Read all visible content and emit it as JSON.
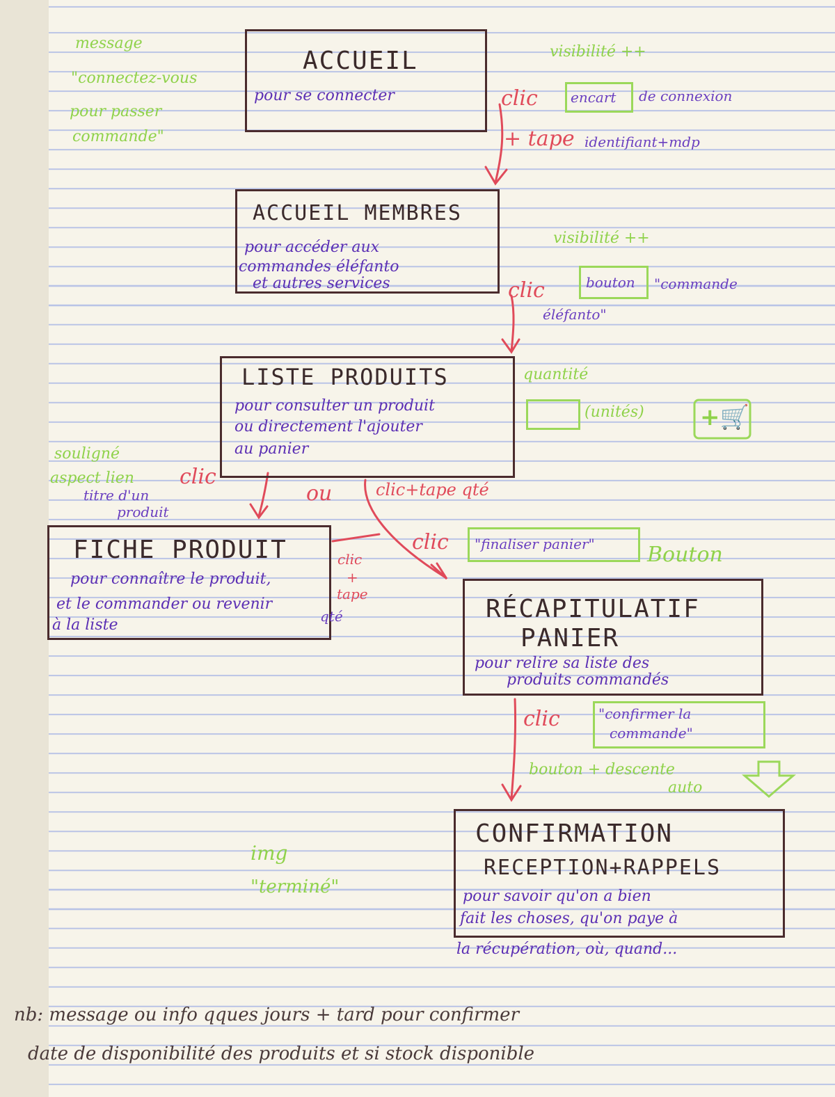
{
  "boxes": {
    "accueil": {
      "title": "ACCUEIL",
      "desc": "pour se connecter"
    },
    "membres": {
      "title": "ACCUEIL MEMBRES",
      "desc1": "pour accéder aux",
      "desc2": "commandes éléfanto",
      "desc3": "et autres services"
    },
    "liste": {
      "title": "LISTE PRODUITS",
      "desc1": "pour consulter un produit",
      "desc2": "ou directement l'ajouter",
      "desc3": "au panier"
    },
    "fiche": {
      "title": "FICHE PRODUIT",
      "desc1": "pour connaître le produit,",
      "desc2": "et le commander ou revenir",
      "desc3": "à la liste"
    },
    "recap": {
      "title1": "RÉCAPITULATIF",
      "title2": "PANIER",
      "desc1": "pour relire sa liste des",
      "desc2": "produits commandés"
    },
    "confirm": {
      "title1": "CONFIRMATION",
      "title2": "RECEPTION+RAPPELS",
      "desc1": "pour savoir qu'on a bien",
      "desc2": "fait les choses, qu'on paye à",
      "desc3": "la récupération, où, quand..."
    }
  },
  "green_notes": {
    "message1": "message",
    "message2": "\"connectez-vous",
    "message3": "pour passer",
    "message4": "commande\"",
    "visibilite1": "visibilité ++",
    "encart": "encart",
    "de_connexion": "de connexion",
    "visibilite2": "visibilité ++",
    "bouton1": "bouton",
    "commande_elefanto1": "\"commande",
    "commande_elefanto2": "éléfanto\"",
    "quantite": "quantité",
    "unites": "(unités)",
    "souligne1": "souligné",
    "souligne2": "aspect lien",
    "finaliser": "\"finaliser panier\"",
    "bouton2": "Bouton",
    "confirmer1": "\"confirmer la",
    "confirmer2": "commande\"",
    "descente1": "bouton + descente",
    "descente2": "auto",
    "img1": "img",
    "img2": "\"terminé\""
  },
  "red_notes": {
    "clic1": "clic",
    "tape1": "+ tape",
    "clic2": "clic",
    "clic3": "clic",
    "ou": "ou",
    "clic_tape_qte": "clic+tape qté",
    "clic4": "clic",
    "clic5": "clic",
    "plus": "+",
    "tape2": "tape",
    "clic6": "clic"
  },
  "purple_notes": {
    "identifiant": "identifiant+mdp",
    "titre1": "titre d'un",
    "titre2": "produit",
    "qte": "qté"
  },
  "footer": {
    "line1": "nb: message ou info qques jours + tard pour confirmer",
    "line2": "date de disponibilité des produits et si stock disponible"
  },
  "colors": {
    "red": "#e04a5a",
    "green": "#9bd85a",
    "purple": "#5b2fb4",
    "ink": "#4a2b2d"
  }
}
